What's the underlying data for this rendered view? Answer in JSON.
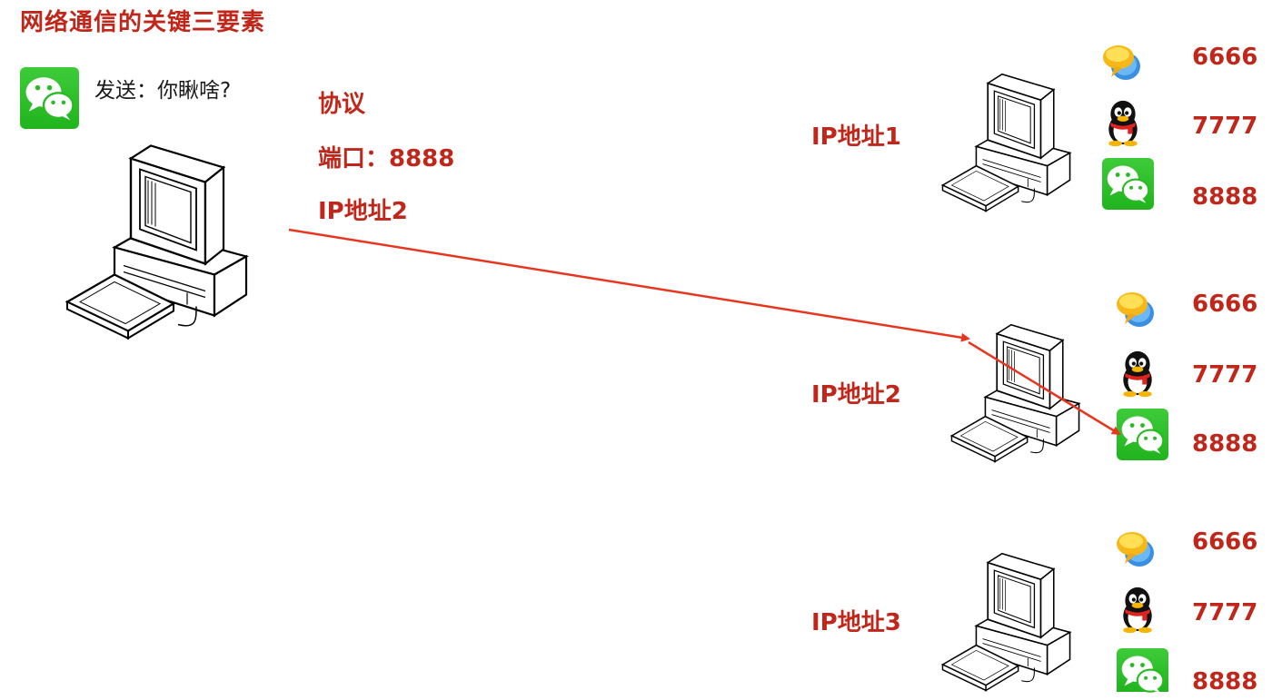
{
  "title": "网络通信的关键三要素",
  "sender": {
    "message": "发送：你瞅啥?",
    "app_icon": "wechat-icon"
  },
  "packet": {
    "protocol": "协议",
    "port": "端口：8888",
    "ip": "IP地址2"
  },
  "hosts": [
    {
      "label": "IP地址1",
      "apps": [
        {
          "icon": "chat-bubble-icon",
          "port": "6666"
        },
        {
          "icon": "qq-penguin-icon",
          "port": "7777"
        },
        {
          "icon": "wechat-icon",
          "port": "8888"
        }
      ]
    },
    {
      "label": "IP地址2",
      "apps": [
        {
          "icon": "chat-bubble-icon",
          "port": "6666"
        },
        {
          "icon": "qq-penguin-icon",
          "port": "7777"
        },
        {
          "icon": "wechat-icon",
          "port": "8888"
        }
      ]
    },
    {
      "label": "IP地址3",
      "apps": [
        {
          "icon": "chat-bubble-icon",
          "port": "6666"
        },
        {
          "icon": "qq-penguin-icon",
          "port": "7777"
        },
        {
          "icon": "wechat-icon",
          "port": "8888"
        }
      ]
    }
  ],
  "colors": {
    "accent": "#c0271a",
    "arrow": "#e8351f",
    "wechat": "#2aba26"
  }
}
